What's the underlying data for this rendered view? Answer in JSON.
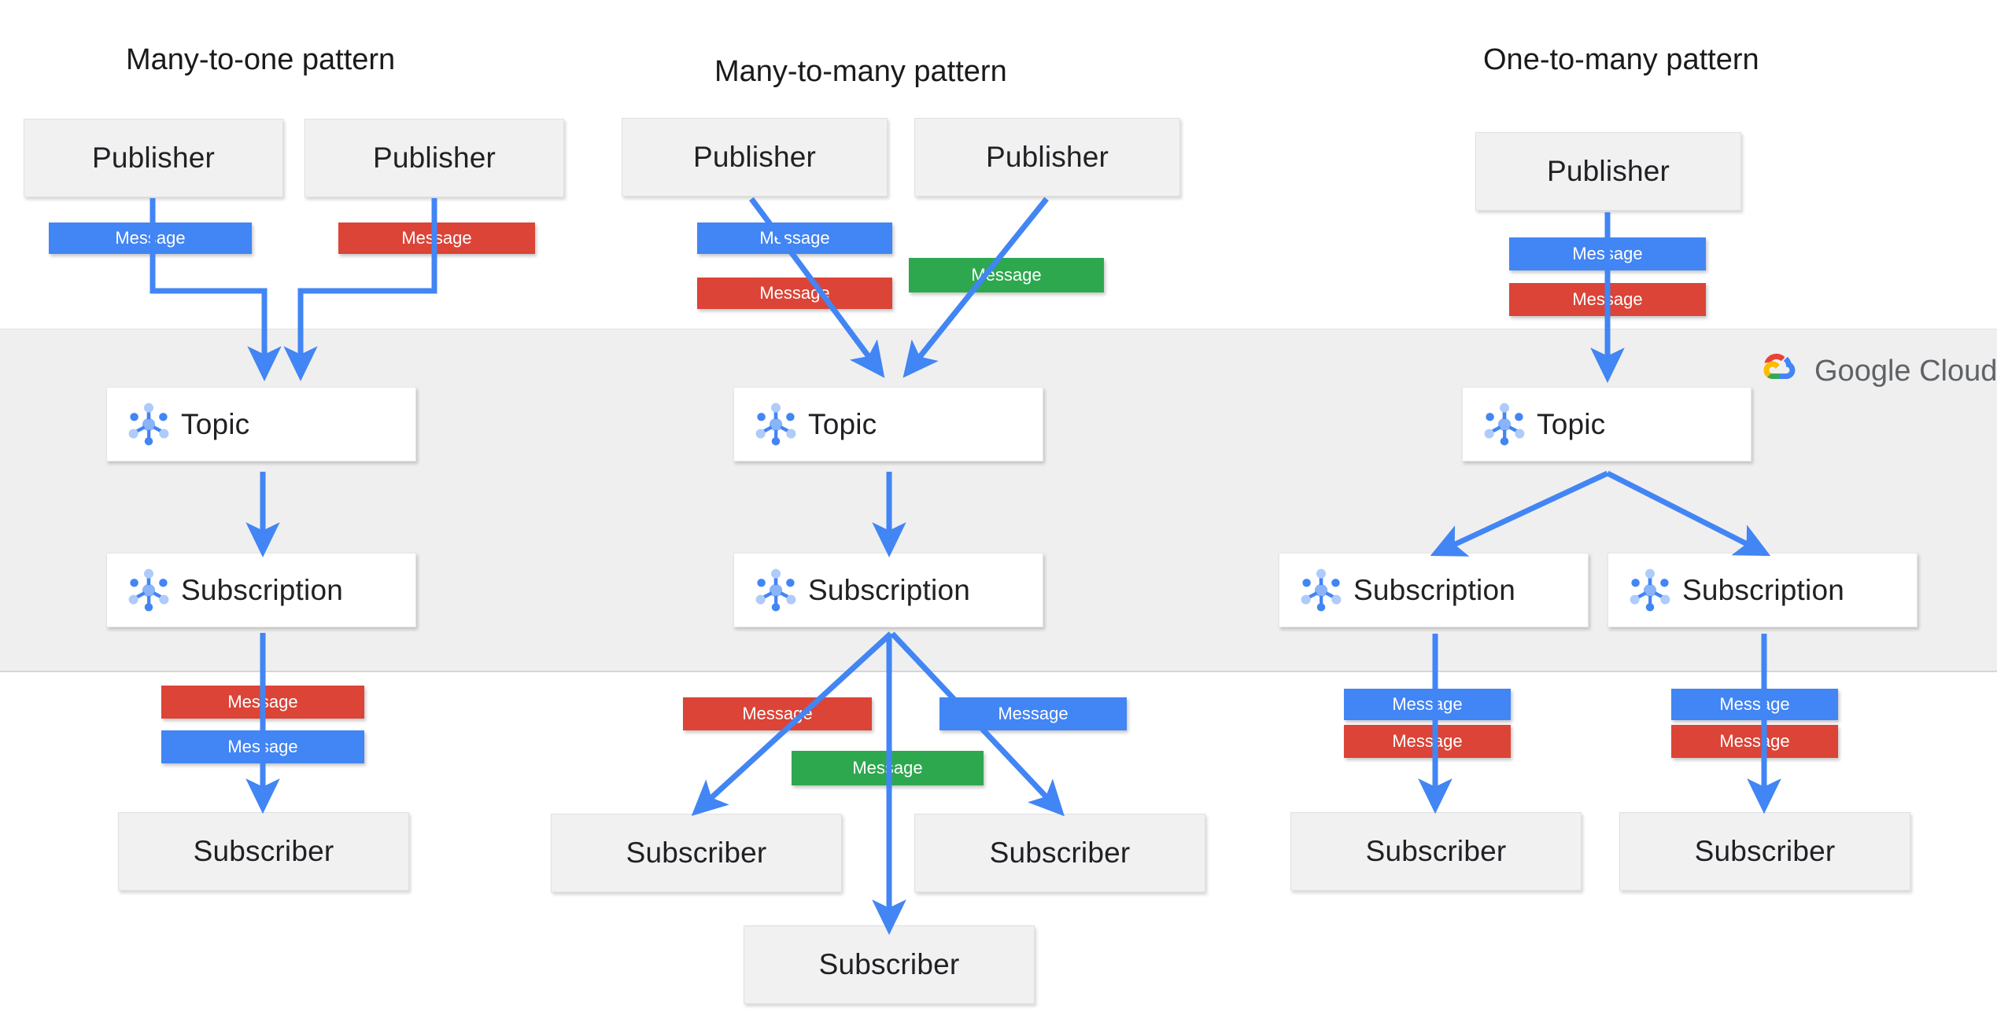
{
  "diagram": {
    "title_pattern_left": "Many-to-one pattern",
    "title_pattern_middle": "Many-to-many  pattern",
    "title_pattern_right": "One-to-many pattern",
    "labels": {
      "publisher": "Publisher",
      "subscriber": "Subscriber",
      "topic": "Topic",
      "subscription": "Subscription",
      "message": "Message"
    },
    "brand": {
      "name_google": "Google",
      "name_cloud": "Cloud",
      "logo_colors": {
        "red": "#ea4335",
        "blue": "#4285f4",
        "yellow": "#fbbc05",
        "green": "#34a853"
      },
      "text_color": "#5f6368"
    },
    "colors": {
      "message_blue": "#4285f4",
      "message_red": "#db4437",
      "message_green": "#2ea84f",
      "connector_blue": "#4285f4",
      "cloud_band": "#efefef",
      "endpoint_box": "#f1f1f1",
      "pubsub_box": "#ffffff",
      "pubsub_icon": "#4285f4"
    },
    "columns": [
      {
        "id": "many-to-one",
        "title": "Many-to-one pattern",
        "publishers": [
          "Publisher",
          "Publisher"
        ],
        "publish_messages": [
          "Message",
          "Message"
        ],
        "publish_message_colors": [
          "blue",
          "red"
        ],
        "topics": [
          "Topic"
        ],
        "subscriptions": [
          "Subscription"
        ],
        "deliver_messages": [
          "Message",
          "Message"
        ],
        "deliver_message_colors": [
          "red",
          "blue"
        ],
        "subscribers": [
          "Subscriber"
        ]
      },
      {
        "id": "many-to-many",
        "title": "Many-to-many  pattern",
        "publishers": [
          "Publisher",
          "Publisher"
        ],
        "publish_messages": [
          "Message",
          "Message",
          "Message"
        ],
        "publish_message_colors": [
          "blue",
          "red",
          "green"
        ],
        "topics": [
          "Topic"
        ],
        "subscriptions": [
          "Subscription"
        ],
        "deliver_messages": [
          "Message",
          "Message",
          "Message"
        ],
        "deliver_message_colors": [
          "red",
          "blue",
          "green"
        ],
        "subscribers": [
          "Subscriber",
          "Subscriber",
          "Subscriber"
        ]
      },
      {
        "id": "one-to-many",
        "title": "One-to-many pattern",
        "publishers": [
          "Publisher"
        ],
        "publish_messages": [
          "Message",
          "Message"
        ],
        "publish_message_colors": [
          "blue",
          "red"
        ],
        "topics": [
          "Topic"
        ],
        "subscriptions": [
          "Subscription",
          "Subscription"
        ],
        "deliver_messages": [
          "Message",
          "Message",
          "Message",
          "Message"
        ],
        "deliver_message_colors": [
          "blue",
          "red",
          "blue",
          "red"
        ],
        "subscribers": [
          "Subscriber",
          "Subscriber"
        ]
      }
    ]
  }
}
